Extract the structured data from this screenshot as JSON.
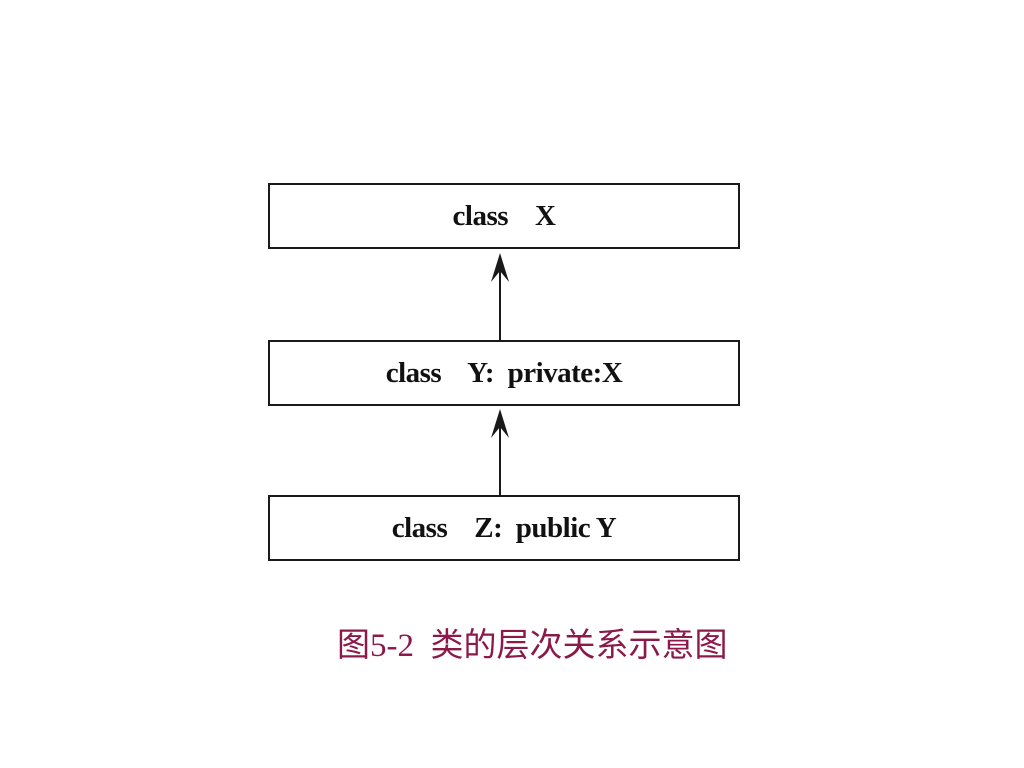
{
  "diagram": {
    "boxes": [
      {
        "id": "X",
        "label": "class    X"
      },
      {
        "id": "Y",
        "label": "class    Y:  private:X"
      },
      {
        "id": "Z",
        "label": "class    Z:  public Y"
      }
    ],
    "edges": [
      {
        "from": "Y",
        "to": "X"
      },
      {
        "from": "Z",
        "to": "Y"
      }
    ],
    "caption": "图5-2  类的层次关系示意图",
    "colors": {
      "line": "#1a1a1a",
      "caption": "#8b1a4a"
    }
  }
}
